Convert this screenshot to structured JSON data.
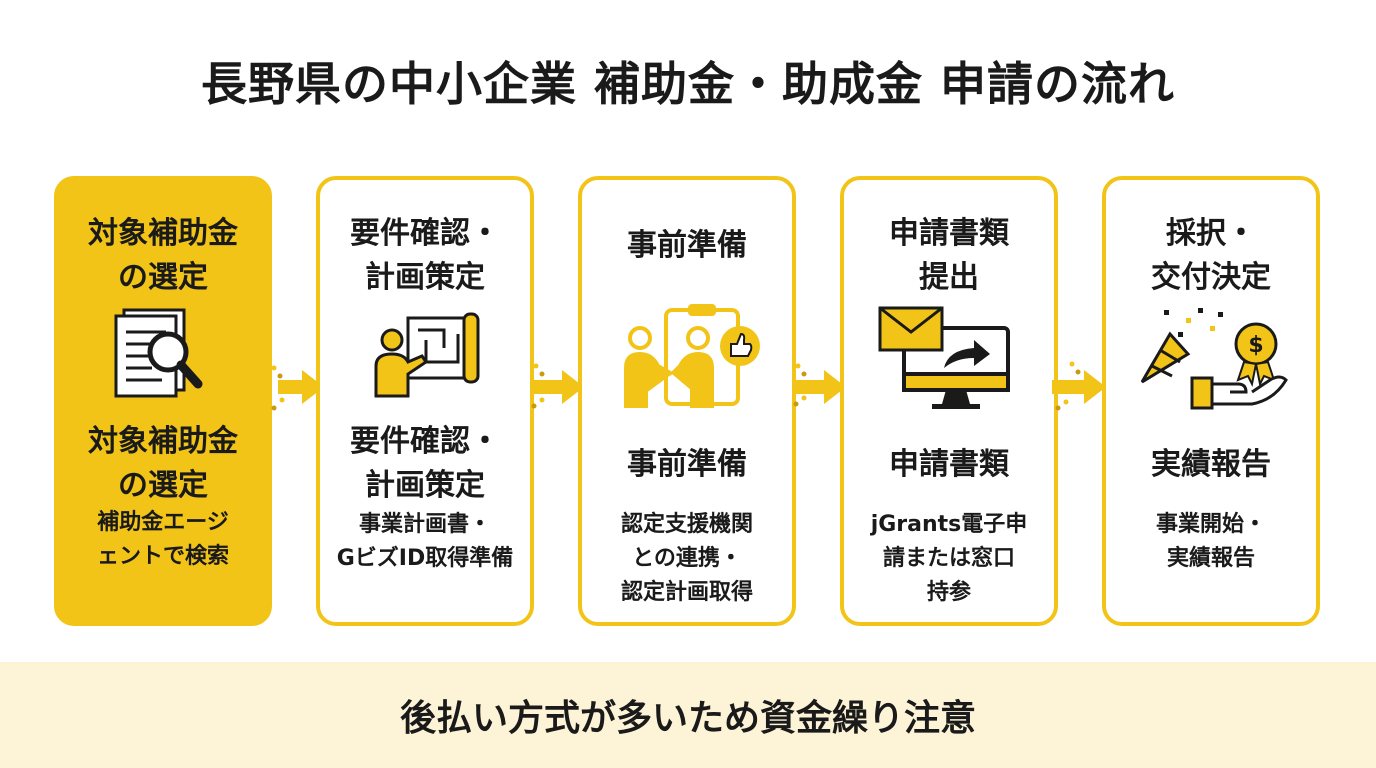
{
  "title": "長野県の中小企業 補助金・助成金 申請の流れ",
  "colors": {
    "accent": "#f2c418",
    "footer_bg": "#fdf3d6",
    "text": "#1a1a1a"
  },
  "steps": [
    {
      "heading": "対象補助金\nの選定",
      "icon": "document-magnifier-icon",
      "subheading": "対象補助金\nの選定",
      "description": "補助金エージ\nェントで検索"
    },
    {
      "heading": "要件確認・\n計画策定",
      "icon": "planning-person-icon",
      "subheading": "要件確認・\n計画策定",
      "description": "事業計画書・\nGビズID取得準備"
    },
    {
      "heading": "事前準備",
      "icon": "handshake-clipboard-icon",
      "subheading": "事前準備",
      "description": "認定支援機関\nとの連携・\n認定計画取得"
    },
    {
      "heading": "申請書類\n提出",
      "icon": "envelope-monitor-icon",
      "subheading": "申請書類",
      "description": "jGrants電子申\n請または窓口\n持参"
    },
    {
      "heading": "採択・\n交付決定",
      "icon": "celebration-hand-icon",
      "subheading": "実績報告",
      "description": "事業開始・\n実績報告"
    }
  ],
  "footer": "後払い方式が多いため資金繰り注意"
}
